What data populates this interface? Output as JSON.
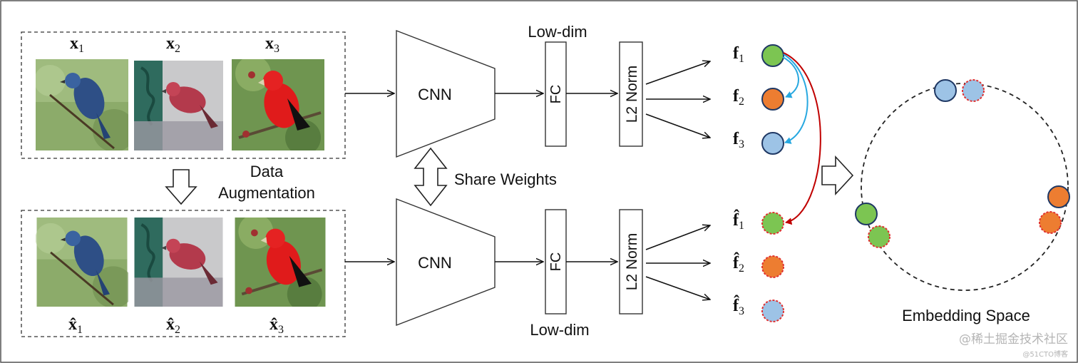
{
  "watermark": {
    "main": "@稀土掘金技术社区",
    "sub": "@51CTO博客"
  },
  "labels": {
    "data_aug_1": "Data",
    "data_aug_2": "Augmentation",
    "share_weights": "Share Weights",
    "cnn_top": "CNN",
    "cnn_bottom": "CNN",
    "low_dim_top": "Low-dim",
    "low_dim_bottom": "Low-dim",
    "fc_top": "FC",
    "fc_bottom": "FC",
    "norm_top": "L2 Norm",
    "norm_bottom": "L2 Norm",
    "embedding_space": "Embedding Space"
  },
  "inputs": {
    "top": [
      {
        "sym": "x",
        "sub": "1"
      },
      {
        "sym": "x",
        "sub": "2"
      },
      {
        "sym": "x",
        "sub": "3"
      }
    ],
    "bottom": [
      {
        "sym": "x̂",
        "sub": "1"
      },
      {
        "sym": "x̂",
        "sub": "2"
      },
      {
        "sym": "x̂",
        "sub": "3"
      }
    ]
  },
  "features": {
    "top": [
      {
        "sym": "f",
        "sub": "1",
        "color": "#7cc552"
      },
      {
        "sym": "f",
        "sub": "2",
        "color": "#ed7d31"
      },
      {
        "sym": "f",
        "sub": "3",
        "color": "#9dc3e6"
      }
    ],
    "bottom": [
      {
        "sym": "f̂",
        "sub": "1",
        "color": "#7cc552"
      },
      {
        "sym": "f̂",
        "sub": "2",
        "color": "#ed7d31"
      },
      {
        "sym": "f̂",
        "sub": "3",
        "color": "#9dc3e6"
      }
    ]
  },
  "colors": {
    "stroke_solid": "#1f3864",
    "stroke_dashed": "#e03030",
    "arrow_blue": "#27a8e0",
    "arrow_red": "#c00000",
    "bird_blue": "#3a5a8c",
    "bird_red": "#d81a1a",
    "bird_rose": "#b33a4c"
  }
}
